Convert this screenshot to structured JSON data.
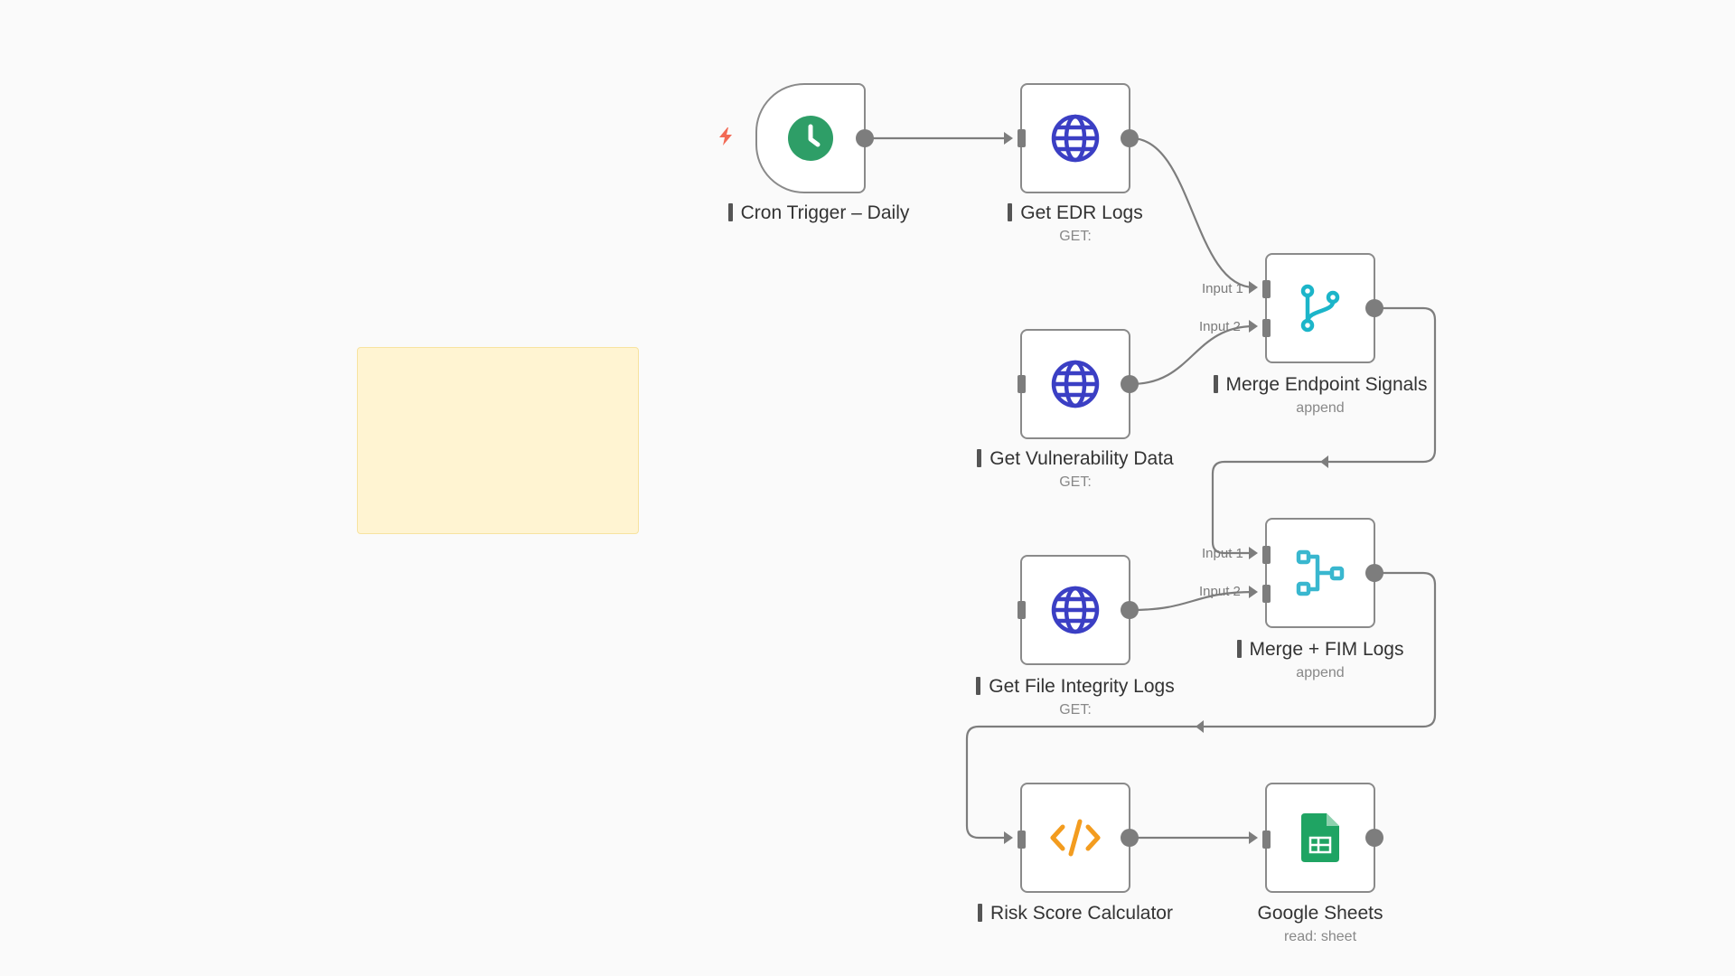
{
  "canvas": {
    "background": "#fafafa",
    "sticky_note_color": "#fff4d2"
  },
  "nodes": {
    "cron": {
      "label": "Cron Trigger – Daily",
      "icon": "clock-icon",
      "color": "#2e9e67"
    },
    "edr": {
      "label": "Get EDR Logs",
      "sub": "GET:",
      "icon": "globe-icon",
      "color": "#3b3fc4"
    },
    "vuln": {
      "label": "Get Vulnerability Data",
      "sub": "GET:",
      "icon": "globe-icon",
      "color": "#3b3fc4"
    },
    "fim": {
      "label": "Get File Integrity Logs",
      "sub": "GET:",
      "icon": "globe-icon",
      "color": "#3b3fc4"
    },
    "merge1": {
      "label": "Merge Endpoint Signals",
      "sub": "append",
      "icon": "branch-merge-icon",
      "color": "#1cb5c9",
      "input1": "Input 1",
      "input2": "Input 2"
    },
    "merge2": {
      "label": "Merge + FIM Logs",
      "sub": "append",
      "icon": "flow-merge-icon",
      "color": "#39b7cf",
      "input1": "Input 1",
      "input2": "Input 2"
    },
    "risk": {
      "label": "Risk Score Calculator",
      "icon": "code-icon",
      "color": "#f39c1f"
    },
    "sheets": {
      "label": "Google Sheets",
      "sub": "read: sheet",
      "icon": "google-sheets-icon",
      "color": "#1fa463"
    }
  }
}
